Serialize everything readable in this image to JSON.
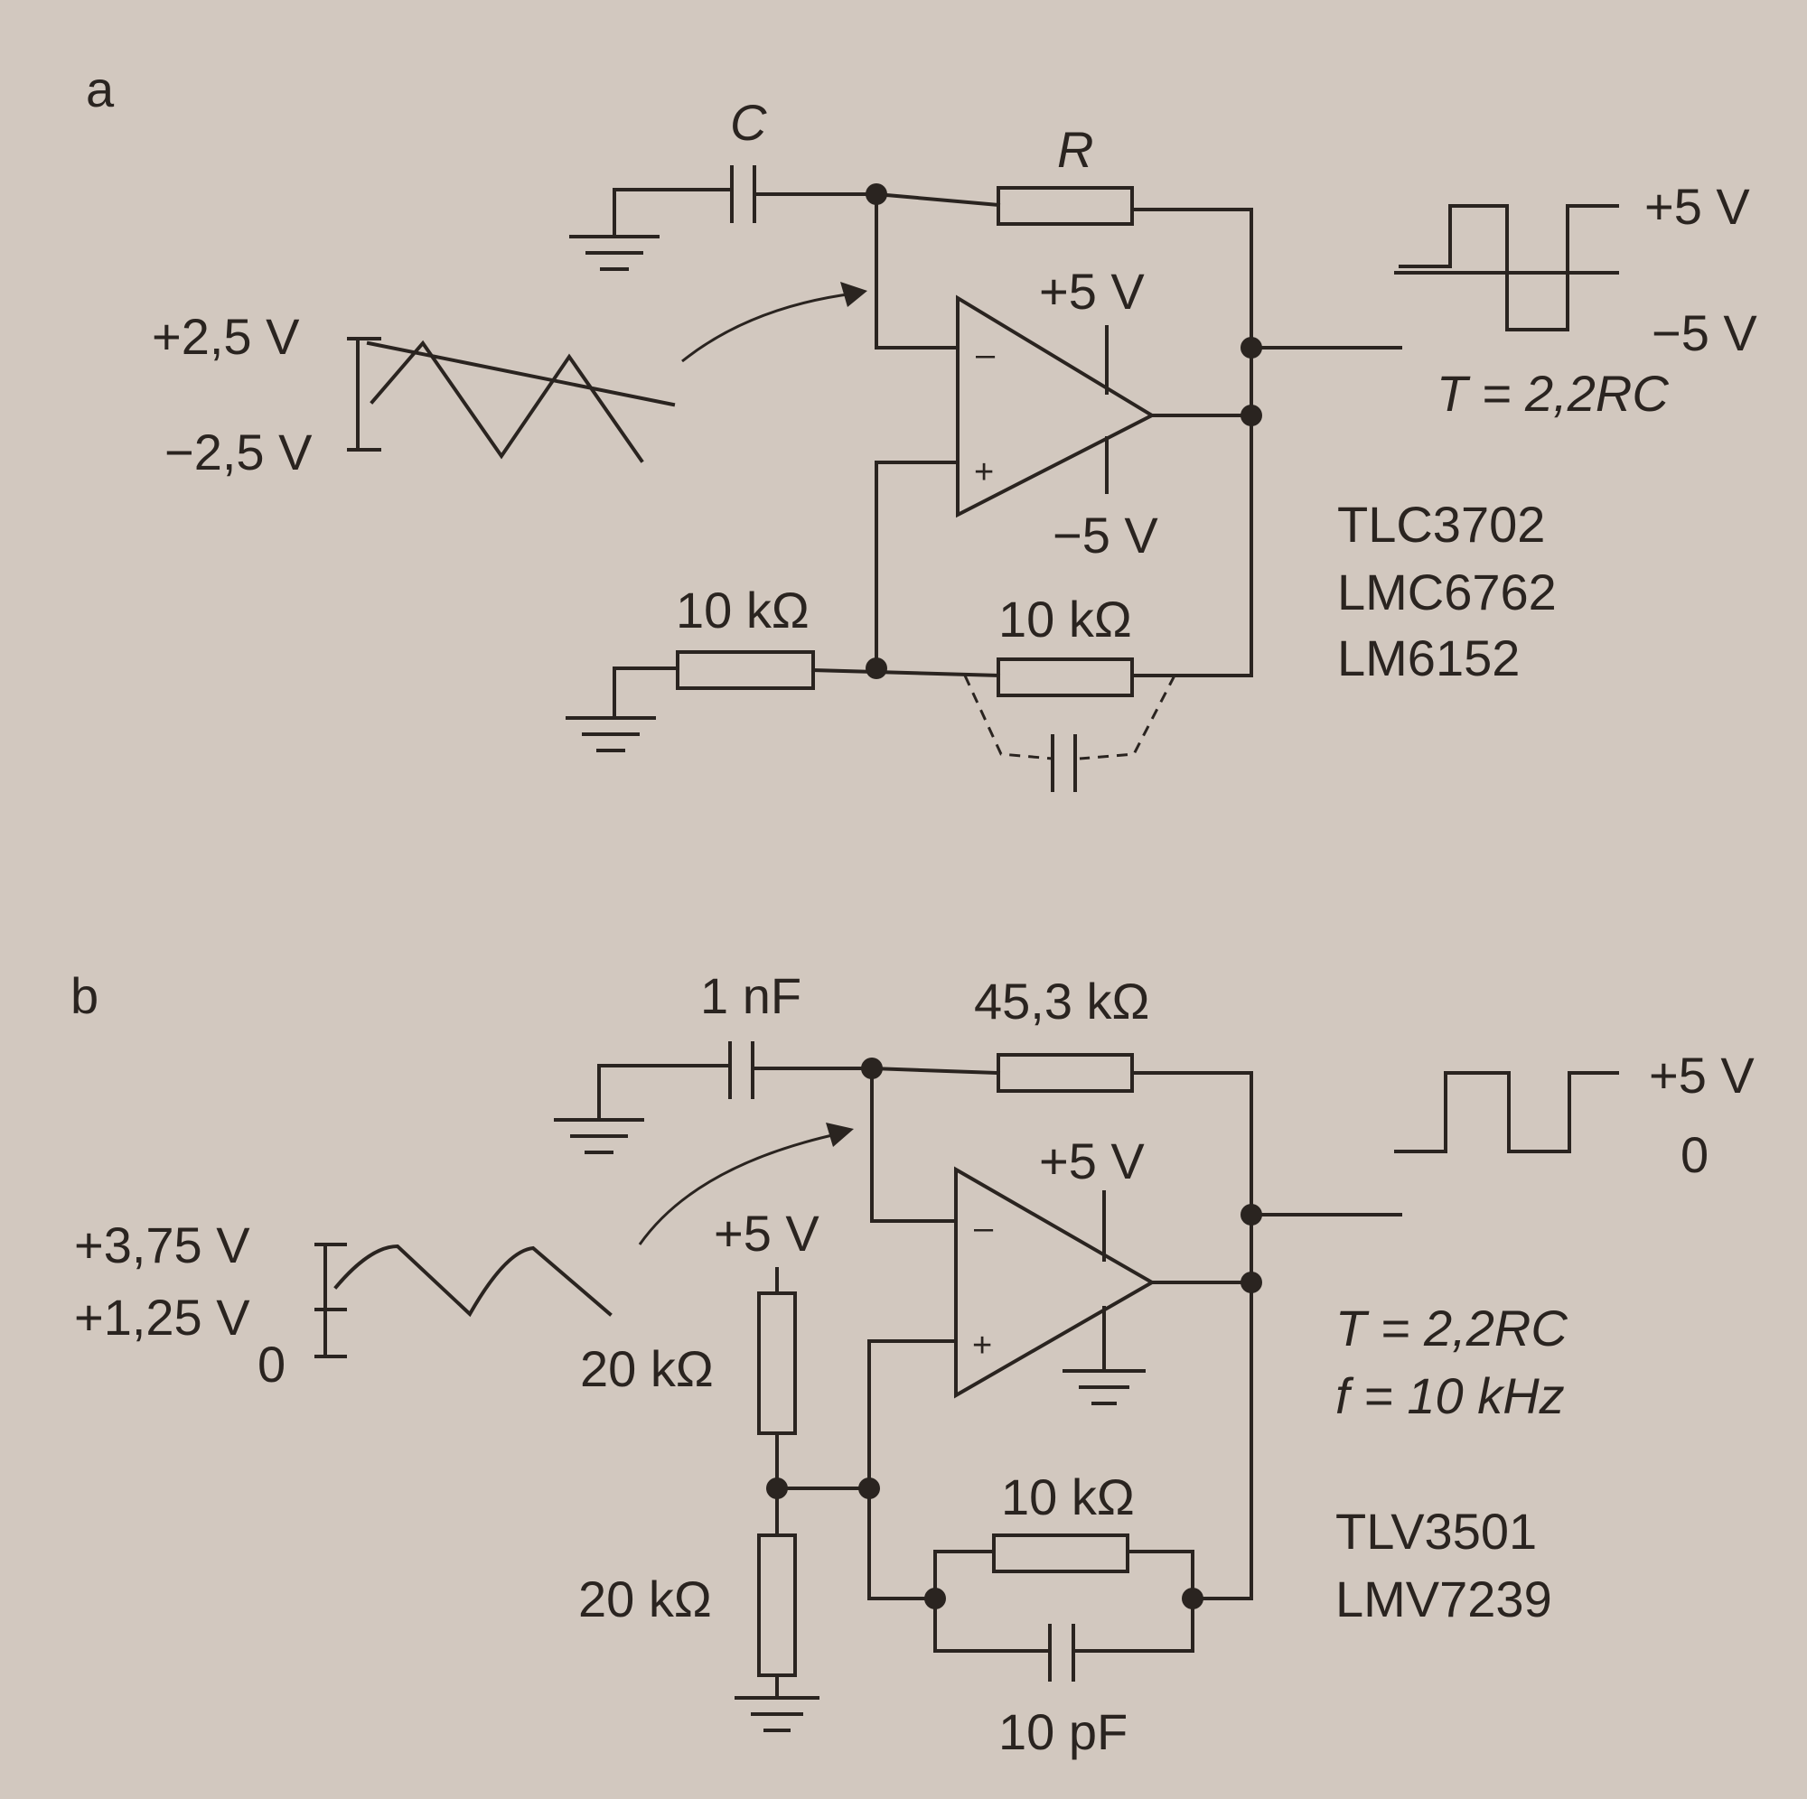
{
  "panel_a": {
    "panel_label": "a",
    "capacitor_label": "C",
    "resistor_label": "R",
    "supply_pos": "+5 V",
    "supply_neg": "−5 V",
    "input_high": "+2,5 V",
    "input_low": "−2,5 V",
    "output_high": "+5 V",
    "output_low": "−5 V",
    "period_formula": "T = 2,2RC",
    "res_ground": "10 kΩ",
    "res_feedback": "10 kΩ",
    "parts": [
      "TLC3702",
      "LMC6762",
      "LM6152"
    ]
  },
  "panel_b": {
    "panel_label": "b",
    "capacitor_label": "1 nF",
    "resistor_label": "45,3 kΩ",
    "supply_pos": "+5 V",
    "divider_supply": "+5 V",
    "divider_top": "20 kΩ",
    "divider_bottom": "20 kΩ",
    "input_high": "+3,75 V",
    "input_mid": "+1,25 V",
    "input_zero": "0",
    "output_high": "+5 V",
    "output_low": "0",
    "period_formula": "T = 2,2RC",
    "frequency": "f = 10 kHz",
    "res_feedback": "10 kΩ",
    "cap_feedback": "10 pF",
    "parts": [
      "TLV3501",
      "LMV7239"
    ]
  }
}
